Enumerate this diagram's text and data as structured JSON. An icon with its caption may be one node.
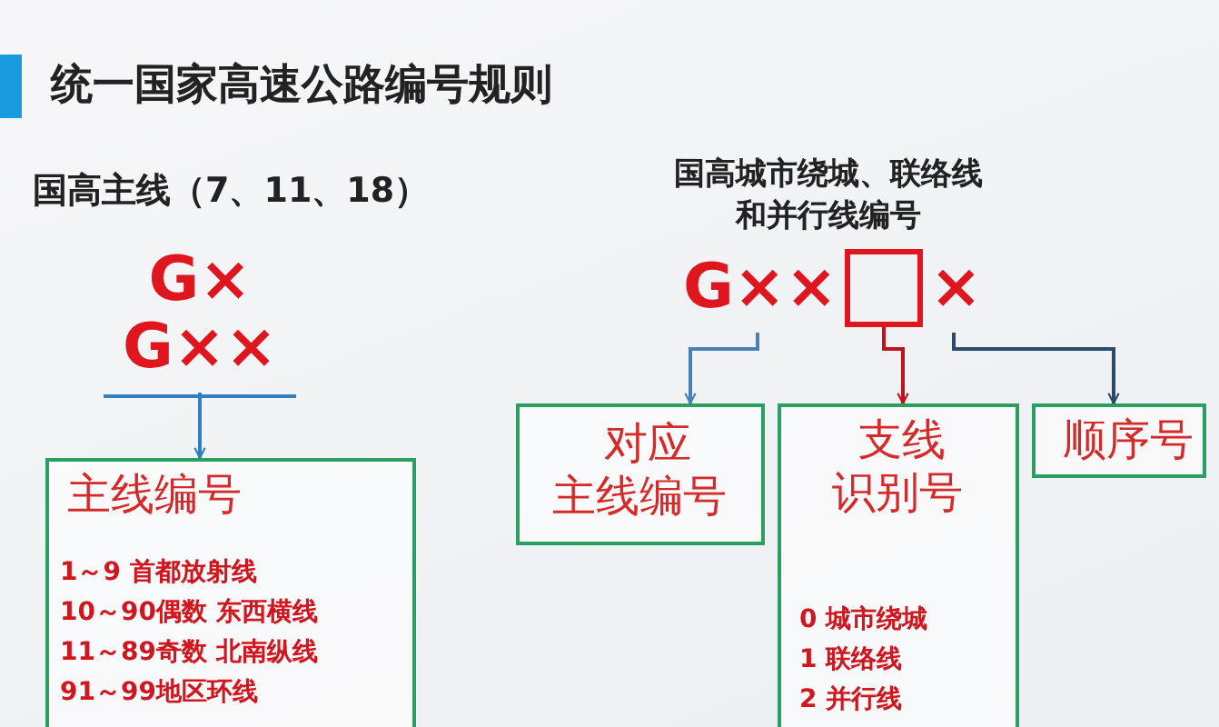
{
  "diagram": {
    "title": "统一国家高速公路编号规则",
    "nodes": [
      {
        "text": [
          "G×",
          "G××"
        ]
      },
      {
        "text": [
          "主线编号",
          "1～9 首都放射线",
          "10～90偶数 东西横线",
          "11～89奇数 北南纵线",
          "91～99地区环线"
        ]
      },
      {
        "text": [
          "G××"
        ]
      },
      {
        "text": [],
        "shape": "box"
      },
      {
        "text": [
          "×"
        ]
      },
      {
        "text": [
          "对应主线编号"
        ]
      },
      {
        "text": [
          "支线识别号",
          "0 城市绕城",
          "1 联络线",
          "2 并行线"
        ]
      },
      {
        "text": [
          "顺序号"
        ]
      }
    ],
    "edges": [
      {
        "from": 0,
        "to": 1,
        "arrow": "to",
        "color": "#2f7fc1"
      },
      {
        "from": 2,
        "to": 5,
        "arrow": "to",
        "color": "#4a7fb5"
      },
      {
        "from": 3,
        "to": 6,
        "arrow": "to",
        "color": "#c0121a"
      },
      {
        "from": 4,
        "to": 7,
        "arrow": "to",
        "color": "#2a4a6a"
      }
    ],
    "labels": [
      "国高主线（7、11、18）",
      "国高城市绕城、联络线和并行线编号"
    ]
  }
}
